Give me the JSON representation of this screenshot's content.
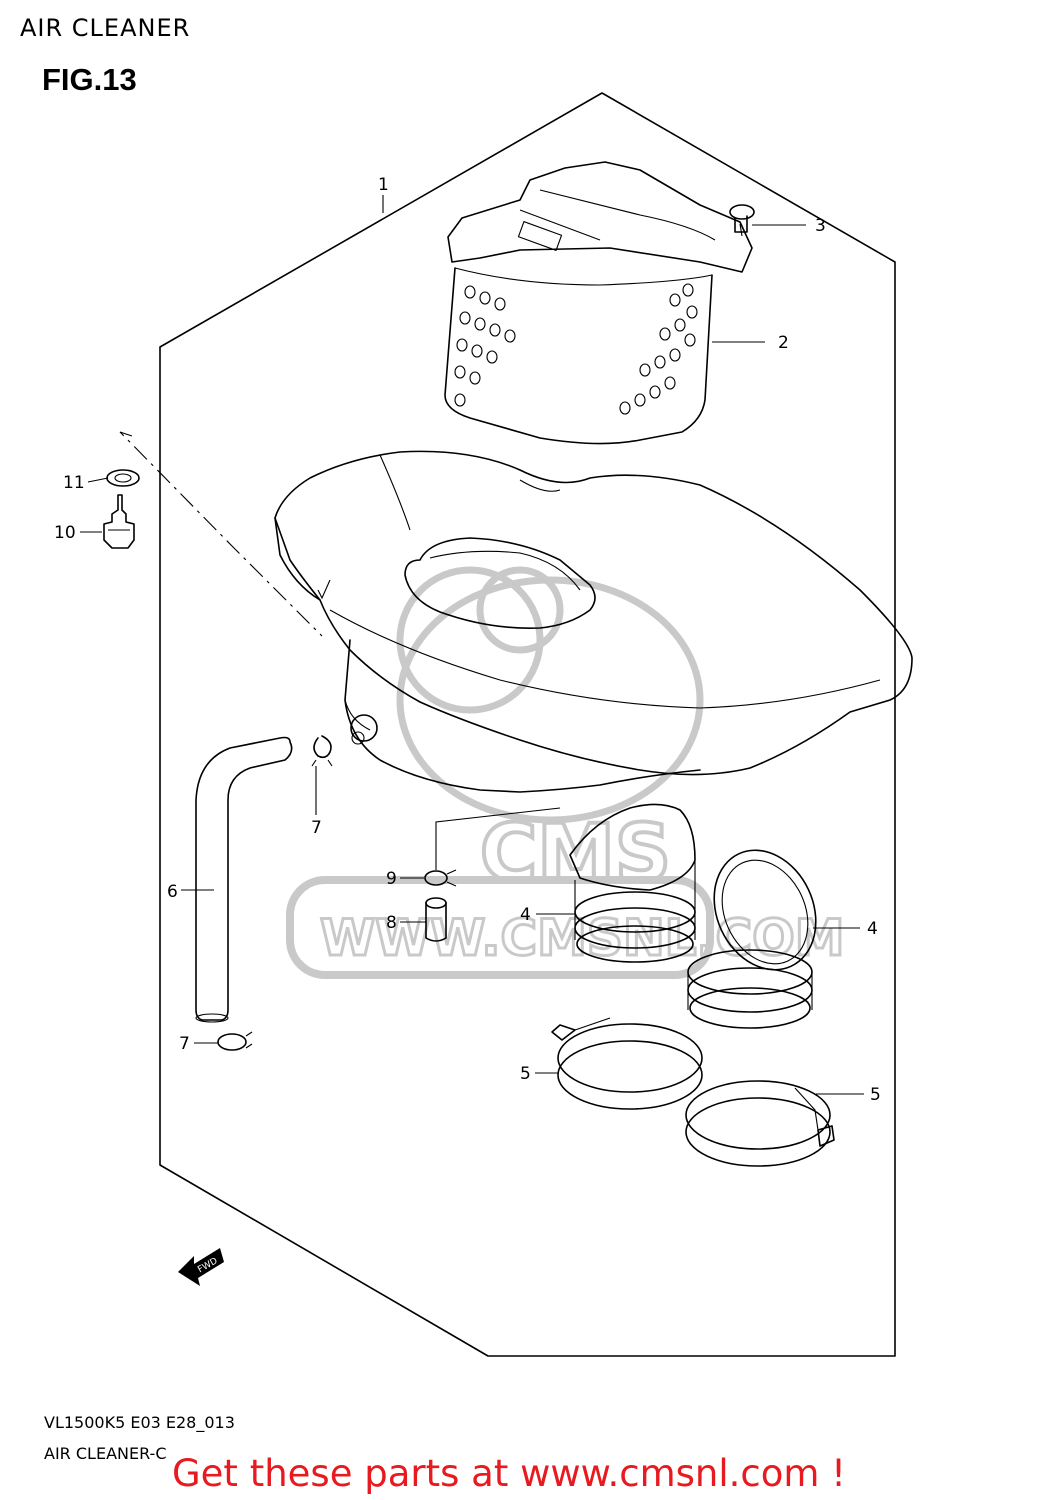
{
  "header": {
    "section_title": "AIR CLEANER",
    "figure_label": "FIG.13"
  },
  "callouts": {
    "c1": "1",
    "c2": "2",
    "c3": "3",
    "c4a": "4",
    "c4b": "4",
    "c5a": "5",
    "c5b": "5",
    "c6": "6",
    "c7a": "7",
    "c7b": "7",
    "c8": "8",
    "c9": "9",
    "c10": "10",
    "c11": "11"
  },
  "fwd_arrow": "FWD",
  "watermark": {
    "brand": "CMS",
    "url": "WWW.CMSNL.COM"
  },
  "footer": {
    "model_code": "VL1500K5 E03 E28_013",
    "diagram_code": "AIR CLEANER-C",
    "promo": "Get these parts at www.cmsnl.com !"
  },
  "colors": {
    "promo_text": "#e8191f",
    "line_art": "#000000",
    "watermark": "#c9c9c9"
  }
}
